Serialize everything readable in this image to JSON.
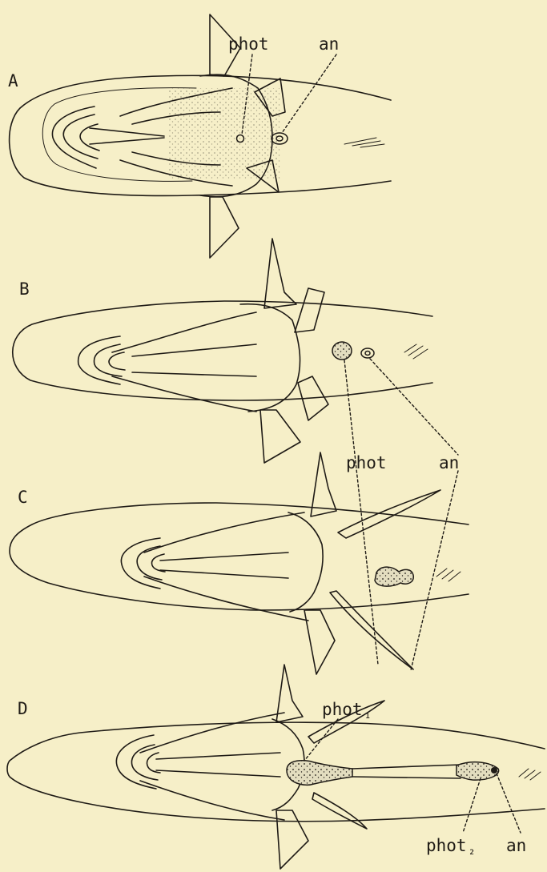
{
  "panels": [
    {
      "letter": "A",
      "labels": [
        "phot",
        "an"
      ]
    },
    {
      "letter": "B",
      "labels": [
        "phot",
        "an"
      ]
    },
    {
      "letter": "C",
      "labels": []
    },
    {
      "letter": "D",
      "labels": [
        "phot",
        "₁",
        "phot",
        "₂",
        "an"
      ]
    }
  ],
  "colors": {
    "paper": "#f6efc8",
    "ink": "#1f1b16",
    "stipple": "#e3ddbf"
  }
}
